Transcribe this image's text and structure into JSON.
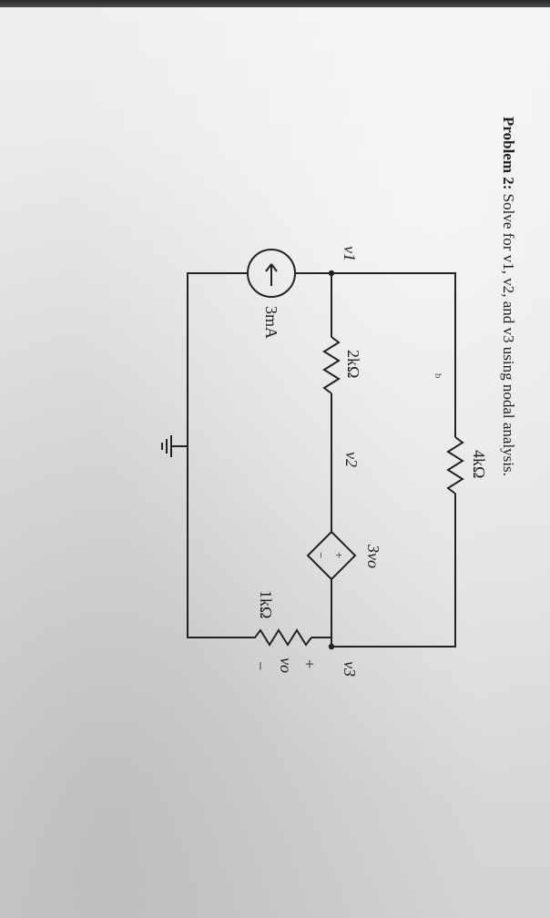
{
  "page_marker": "b",
  "problem": {
    "heading": "Problem 2:",
    "text": "Solve for v1, v2, and v3 using nodal analysis."
  },
  "circuit": {
    "r_top": "4kΩ",
    "r_left": "2kΩ",
    "r_right": "1kΩ",
    "current_source": "3mA",
    "dep_source": "3vo",
    "node_v1": "v1",
    "node_v2": "v2",
    "node_v3": "v3",
    "vo_label": "vo",
    "plus_sign": "+",
    "minus_sign": "−",
    "dep_plus": "+",
    "dep_minus": "−"
  }
}
